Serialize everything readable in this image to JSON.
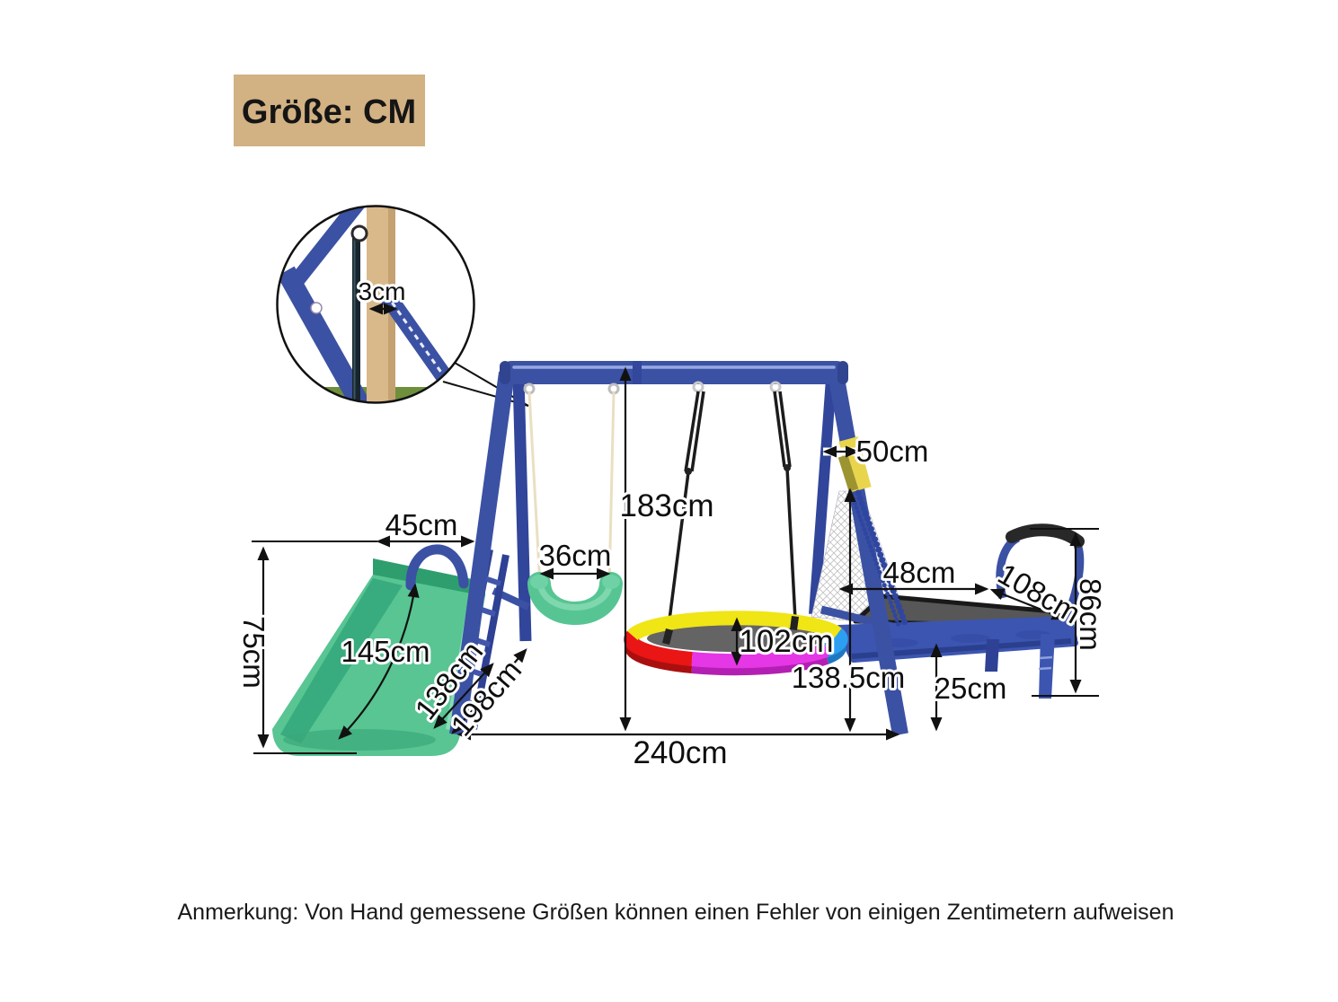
{
  "badge": {
    "label": "Größe: CM"
  },
  "note": {
    "text": "Anmerkung: Von Hand gemessene Größen können einen Fehler von einigen Zentimetern aufweisen"
  },
  "dimensions": {
    "d45": "45cm",
    "d75": "75cm",
    "d145": "145cm",
    "d138": "138cm",
    "d198": "198cm",
    "d36": "36cm",
    "d183": "183cm",
    "d102": "102cm",
    "d50": "50cm",
    "d48": "48cm",
    "d108": "108cm",
    "d86": "86cm",
    "d25": "25cm",
    "d138_5": "138.5cm",
    "d240": "240cm",
    "d3": "3cm"
  },
  "colors": {
    "frame_blue": "#3b51a3",
    "frame_blue_dark": "#2e4194",
    "slide_green": "#58c593",
    "slide_green_dark": "#2f9e6e",
    "badge_tan": "#d2b183",
    "pad_yellow": "#e9d44e",
    "nest_yellow": "#f0e515",
    "nest_red": "#ea1515",
    "nest_magenta": "#e537e5",
    "nest_blue": "#2d9ff0",
    "mat_gray": "#575757",
    "wood_tan": "#d9b98a",
    "ground_green": "#6e8f3c"
  }
}
